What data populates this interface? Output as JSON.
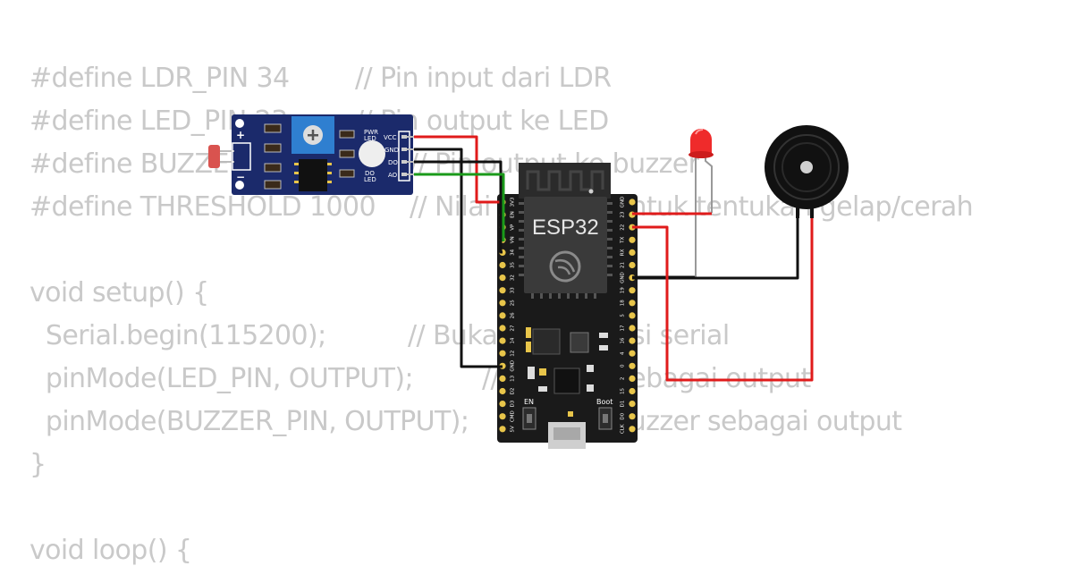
{
  "code": {
    "l1": "#define LDR_PIN 34",
    "l1c": "// Pin input dari LDR",
    "l2": "#define LED_PIN 23",
    "l2c": "// Pin output ke LED",
    "l3": "#define BUZZER_PIN 22",
    "l3c": "// Pin output ke buzzer",
    "l4": "#define THRESHOLD 1000",
    "l4c": "// Nilai ambang untuk tentukan gelap/cerah",
    "l5": "void setup() {",
    "l6": "  Serial.begin(115200);",
    "l6c": "// Buka komunikasi serial",
    "l7": "  pinMode(LED_PIN, OUTPUT);",
    "l7c": "// Set LED sebagai output",
    "l8": "  pinMode(BUZZER_PIN, OUTPUT);",
    "l8c": "// Set buzzer sebagai output",
    "l9": "}",
    "l10": "void loop() {"
  },
  "ldr_module": {
    "plus": "+",
    "minus": "−",
    "pwr_led": "PWR",
    "pwr_led2": "LED",
    "do_led": "DO",
    "do_led2": "LED",
    "pins": [
      "VCC",
      "GND",
      "DO",
      "AO"
    ]
  },
  "esp32": {
    "chip_label": "ESP32",
    "left_pins": [
      "3V3",
      "EN",
      "VP",
      "VN",
      "34",
      "35",
      "32",
      "33",
      "25",
      "26",
      "27",
      "14",
      "12",
      "GND",
      "13",
      "D2",
      "D3",
      "CMD",
      "5V"
    ],
    "right_pins": [
      "GND",
      "23",
      "22",
      "TX",
      "RX",
      "21",
      "GND",
      "19",
      "18",
      "5",
      "17",
      "16",
      "4",
      "0",
      "2",
      "15",
      "D1",
      "D0",
      "CLK"
    ],
    "en_button": "EN",
    "boot_button": "Boot"
  },
  "colors": {
    "wire_red": "#e01b1b",
    "wire_black": "#111111",
    "wire_green": "#1a9a1a",
    "module_blue": "#1b2a6b",
    "board_black": "#1a1a1a",
    "pin_gold": "#e8c54a",
    "code_text": "#c9c9c9"
  }
}
